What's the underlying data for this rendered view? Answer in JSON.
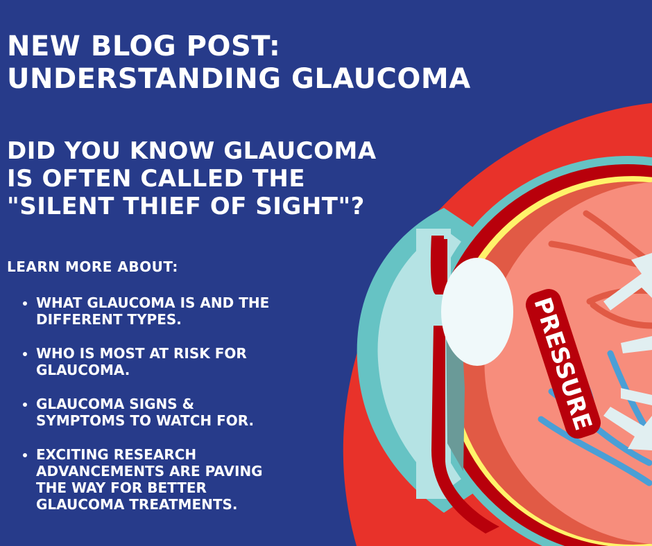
{
  "title_lines": [
    "NEW  BLOG POST:",
    "UNDERSTANDING GLAUCOMA"
  ],
  "subtitle_lines": [
    "DID YOU KNOW GLAUCOMA",
    "IS OFTEN CALLED THE",
    "\"SILENT THIEF OF SIGHT\"?"
  ],
  "learn_more": "LEARN MORE ABOUT:",
  "bullets": [
    [
      "WHAT GLAUCOMA IS AND THE",
      "DIFFERENT TYPES."
    ],
    [
      "WHO IS MOST AT RISK FOR",
      "GLAUCOMA."
    ],
    [
      "GLAUCOMA SIGNS &",
      "SYMPTOMS TO WATCH FOR."
    ],
    [
      "EXCITING RESEARCH",
      "ADVANCEMENTS ARE PAVING",
      "THE WAY FOR BETTER",
      "GLAUCOMA TREATMENTS."
    ]
  ],
  "illustration": {
    "label": "PRESSURE",
    "icon": "eye-cross-section-illustration"
  },
  "colors": {
    "background": "#273b8a",
    "red": "#e8322a",
    "dark_red": "#b8000b",
    "teal": "#66c3c4",
    "yellow": "#fff36a",
    "flesh": "#f78d7c"
  }
}
